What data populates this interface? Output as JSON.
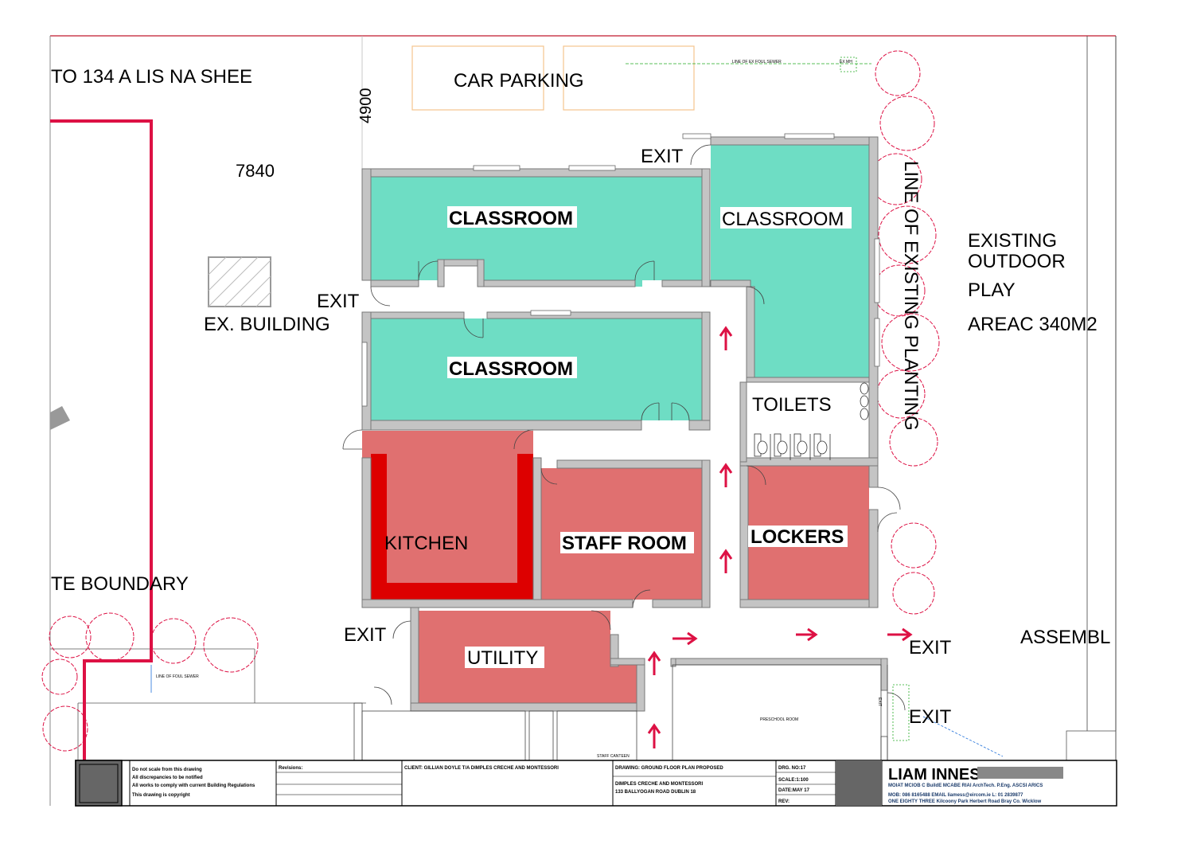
{
  "site": {
    "neighbour_label": "TO 134 A LIS NA SHEE",
    "car_parking": "CAR PARKING",
    "dim_4900": "4900",
    "dim_7840": "7840",
    "ex_building": "EX. BUILDING",
    "site_boundary": "TE BOUNDARY",
    "line_foul_sewer": "LINE OF FOUL SEWER",
    "line_ex_foul_sewer": "LINE OF EX FOUL SEWER",
    "ex_mh": "EX MH",
    "line_planting": "LINE OF EXISTING PLANTING",
    "outdoor_play": [
      "EXISTING",
      "OUTDOOR",
      "PLAY",
      "AREAC 340M2"
    ],
    "assembly": "ASSEMBL",
    "staff_canteen": "STAFF CANTEEN",
    "preschool_room": "PRESCHOOL ROOM"
  },
  "rooms": {
    "classroom_top_left": "CLASSROOM",
    "classroom_right": "CLASSROOM",
    "classroom_mid": "CLASSROOM",
    "toilets": "TOILETS",
    "kitchen": "KITCHEN",
    "staff_room": "STAFF ROOM",
    "lockers": "LOCKERS",
    "utility": "UTILITY"
  },
  "exits": {
    "exit_top": "EXIT",
    "exit_left_mid": "EXIT",
    "exit_left_bottom": "EXIT",
    "exit_right_1": "EXIT",
    "exit_right_2": "EXIT",
    "exit_small": "EXIT"
  },
  "title_block": {
    "notes": [
      "Do not scale from this drawing",
      "All discrepancies to be notified",
      "All works to comply with current Building Regulations",
      "This drawing is copyright"
    ],
    "revisions_label": "Revisions:",
    "client": "CLIENT:  GILLIAN DOYLE T/A DIMPLES CRECHE AND MONTESSORI",
    "drawing": "DRAWING: GROUND FLOOR PLAN PROPOSED",
    "project_line1": "DIMPLES CRECHE AND MONTESSORI",
    "project_line2": "133 BALLYOGAN ROAD DUBLIN 18",
    "drg_no": "DRG. NO:17",
    "scale": "SCALE:1:100",
    "date": "DATE:MAY 17",
    "rev": "REV:",
    "architect_name": "LIAM INNES",
    "architect_line1": "MOIAT MCIOB C BuildE MCABE RIAI ArchTech. P.Eng. ASCSI ARICS",
    "architect_line2": "MOB: 086 8165488 EMAIL liamess@eircom.ie   L: 01 2839877",
    "architect_line3": "ONE EIGHTY THREE Kilcoony Park Herbert Road Bray Co. Wicklow"
  },
  "colors": {
    "classroom": "#6EDDC4",
    "service": "#E07070",
    "kitchen_counter": "#DD0000",
    "boundary": "#DD1144",
    "wall": "#B8B8B8",
    "arrow": "#DD1144",
    "parking": "#F5C48E"
  }
}
